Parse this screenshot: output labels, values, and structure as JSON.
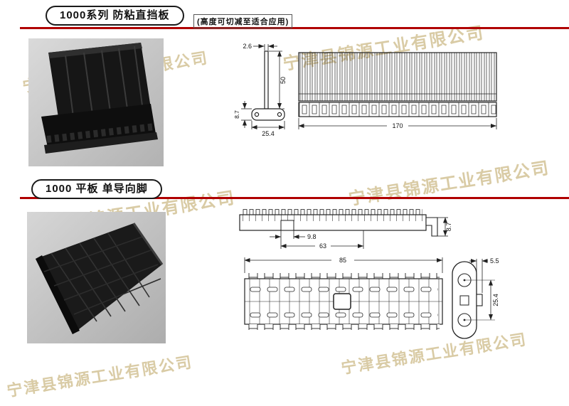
{
  "watermark": {
    "text": "宁津县锦源工业有限公司"
  },
  "section1": {
    "title": "1000系列 防粘直挡板",
    "note": "(高度可切减至适合应用)",
    "dims": {
      "top_thickness": "2.6",
      "height": "50",
      "base_height": "8.7",
      "base_width": "25.4",
      "overall_width": "170"
    }
  },
  "section2": {
    "title": "1000 平板 单导向脚",
    "dims": {
      "pitch": "9.8",
      "opening_width": "63",
      "thickness": "8.7",
      "overall_width": "85",
      "foot_thickness": "5.5",
      "hole_spacing": "25.4"
    }
  }
}
